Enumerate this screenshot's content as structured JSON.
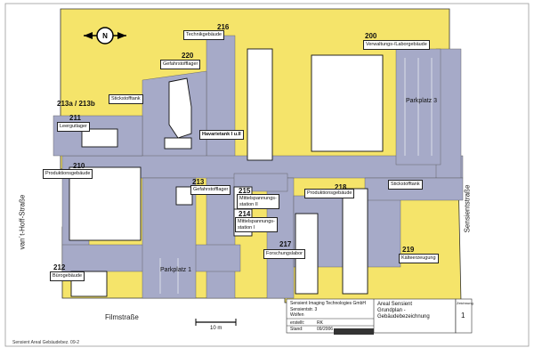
{
  "buildings": {
    "b216": {
      "num": "216",
      "label": "Technikgebäude"
    },
    "b200": {
      "num": "200",
      "label": "Verwaltungs-/Laborgebäude"
    },
    "b220": {
      "num": "220",
      "label": "Gefahrstofflager"
    },
    "b213ab": {
      "num": "213a / 213b",
      "label": "Stickstofftank"
    },
    "b211": {
      "num": "211",
      "label": "Leergutlager"
    },
    "havarie": {
      "label": "Havarietank I u.II"
    },
    "b210": {
      "num": "210",
      "label": "Produktionsgebäude"
    },
    "b213": {
      "num": "213",
      "label": "Gefahrstofflager"
    },
    "b215": {
      "num": "215",
      "label": "Mittelspannungs-\nstation II"
    },
    "b214": {
      "num": "214",
      "label": "Mittelspannungs-\nstation I"
    },
    "b218": {
      "num": "218",
      "label": "Produktionsgebäude"
    },
    "stick2": {
      "label": "Stickstofftank"
    },
    "b217": {
      "num": "217",
      "label": "Forschungslabor"
    },
    "b219": {
      "num": "219",
      "label": "Kälteerzeugung"
    },
    "b212": {
      "num": "212",
      "label": "Bürogebäude"
    }
  },
  "areas": {
    "parkplatz3": "Parkplatz 3",
    "parkplatz1": "Parkplatz 1"
  },
  "streets": {
    "vant": "van´t-Hoff-Straße",
    "film": "Filmstraße",
    "sensient": "Sensientstraße"
  },
  "scale": {
    "label": "10 m"
  },
  "title_block": {
    "company": "Sensient Imaging Technologies GmbH",
    "address1": "Sensientstr. 3",
    "address2": "Wolfen",
    "title1": "Areal Sensient",
    "title2": "Grundplan -",
    "title3": "Gebäudebezeichnung",
    "erstellt_label": "erstellt:",
    "erstellt_value": "RK",
    "stand_label": "Stand:",
    "stand_value": "09/2006",
    "zeichnung_label": "Zeichnung",
    "zeichnung_value": "1"
  },
  "footer": "Sensient Areal Gebäudebez. 09-2",
  "colors": {
    "yellow": "#f5e46a",
    "blue": "#a6aac8",
    "building": "#ffffff"
  }
}
